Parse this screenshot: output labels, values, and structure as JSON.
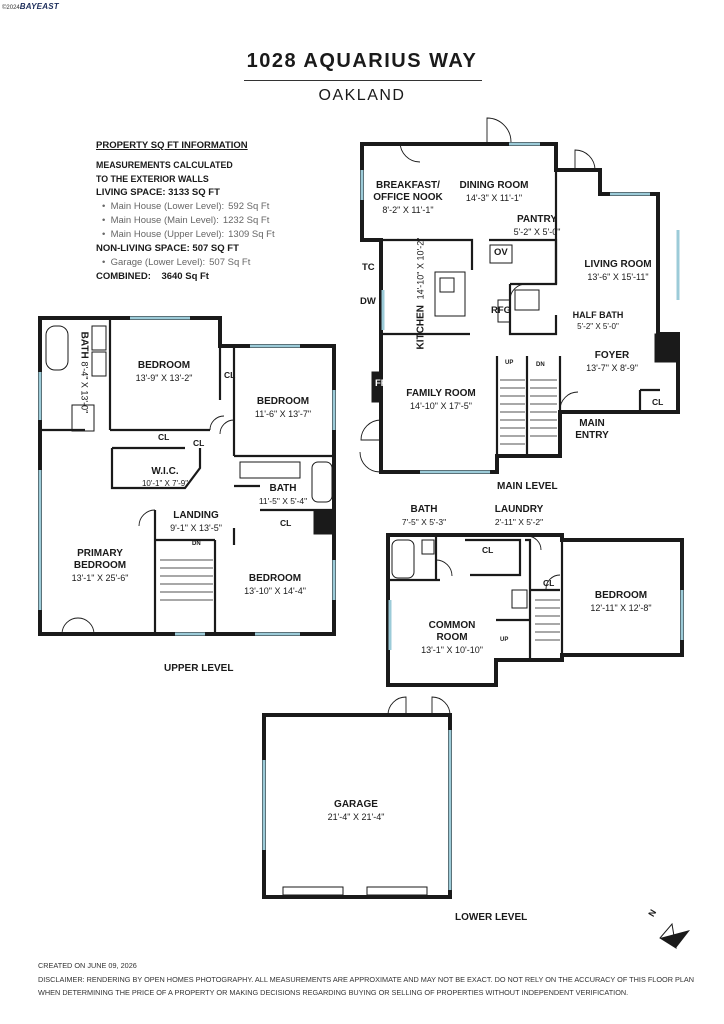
{
  "brand": {
    "prefix": "©2024",
    "name": "BAYEAST"
  },
  "title": "1028 AQUARIUS WAY",
  "city": "OAKLAND",
  "info": {
    "heading": "PROPERTY SQ FT INFORMATION",
    "measure_line1": "MEASUREMENTS CALCULATED",
    "measure_line2": "TO THE EXTERIOR WALLS",
    "living": "LIVING SPACE: 3133 SQ FT",
    "living_items": [
      {
        "label": "Main House (Lower Level):",
        "value": "592 Sq Ft"
      },
      {
        "label": "Main House (Main Level):",
        "value": "1232 Sq Ft"
      },
      {
        "label": "Main House (Upper Level):",
        "value": "1309 Sq Ft"
      }
    ],
    "nonliving": "NON-LIVING SPACE: 507 SQ FT",
    "nonliving_items": [
      {
        "label": "Garage (Lower Level):",
        "value": "507 Sq Ft"
      }
    ],
    "combined_label": "COMBINED:",
    "combined_value": "3640  Sq Ft"
  },
  "main_level": {
    "label": "MAIN LEVEL",
    "rooms": {
      "breakfast_name1": "BREAKFAST/",
      "breakfast_name2": "OFFICE NOOK",
      "breakfast_dim": "8'-2\" X 11'-1\"",
      "dining_name": "DINING ROOM",
      "dining_dim": "14'-3\" X 11'-1\"",
      "pantry_name": "PANTRY",
      "pantry_dim": "5'-2\" X 5'-0\"",
      "living_name": "LIVING ROOM",
      "living_dim": "13'-6\" X 15'-11\"",
      "kitchen_name": "KITCHEN",
      "kitchen_dim": "14'-10\" X 10'-2\"",
      "halfbath_name": "HALF BATH",
      "halfbath_dim": "5'-2\" X 5'-0\"",
      "foyer_name": "FOYER",
      "foyer_dim": "13'-7\" X 8'-9\"",
      "family_name": "FAMILY ROOM",
      "family_dim": "14'-10\" X 17'-5\"",
      "main_entry1": "MAIN",
      "main_entry2": "ENTRY"
    },
    "tags": {
      "tc": "TC",
      "dw": "DW",
      "ov": "OV",
      "rfg": "RFG",
      "fp": "FP",
      "cl": "CL",
      "up": "UP",
      "dn": "DN"
    }
  },
  "upper_level": {
    "label": "UPPER LEVEL",
    "rooms": {
      "bath_name": "BATH",
      "bath_dim": "8'-4\" X 13'-0\"",
      "bedroom1_name": "BEDROOM",
      "bedroom1_dim": "13'-9\" X 13'-2\"",
      "bedroom2_name": "BEDROOM",
      "bedroom2_dim": "11'-6\" X 13'-7\"",
      "wic_name": "W.I.C.",
      "wic_dim": "10'-1\" X 7'-9\"",
      "bath2_name": "BATH",
      "bath2_dim": "11'-5\" X 5'-4\"",
      "landing_name": "LANDING",
      "landing_dim": "9'-1\" X 13'-5\"",
      "primary_name1": "PRIMARY",
      "primary_name2": "BEDROOM",
      "primary_dim": "13'-1\" X 25'-6\"",
      "bedroom3_name": "BEDROOM",
      "bedroom3_dim": "13'-10\" X 14'-4\""
    },
    "tags": {
      "cl": "CL",
      "dn": "DN"
    }
  },
  "lower_level": {
    "label": "LOWER LEVEL",
    "rooms": {
      "bath_name": "BATH",
      "bath_dim": "7'-5\" X 5'-3\"",
      "laundry_name": "LAUNDRY",
      "laundry_dim": "2'-11\" X 5'-2\"",
      "bedroom_name": "BEDROOM",
      "bedroom_dim": "12'-11\" X 12'-8\"",
      "common_name1": "COMMON",
      "common_name2": "ROOM",
      "common_dim": "13'-1\" X 10'-10\"",
      "garage_name": "GARAGE",
      "garage_dim": "21'-4\" X 21'-4\""
    },
    "tags": {
      "cl": "CL",
      "up": "UP"
    }
  },
  "compass": "N",
  "footer": {
    "created": "CREATED ON JUNE 09, 2026",
    "disclaimer1": "DISCLAIMER: RENDERING BY OPEN HOMES PHOTOGRAPHY. ALL MEASUREMENTS ARE APPROXIMATE AND MAY NOT BE EXACT. DO NOT RELY ON THE ACCURACY OF THIS FLOOR PLAN",
    "disclaimer2": "WHEN DETERMINING THE PRICE OF A PROPERTY OR MAKING DECISIONS REGARDING BUYING OR SELLING OF PROPERTIES WITHOUT INDEPENDENT VERIFICATION."
  },
  "colors": {
    "wall": "#1a1a1a",
    "window": "#9ccbd8",
    "muted": "#666666"
  }
}
